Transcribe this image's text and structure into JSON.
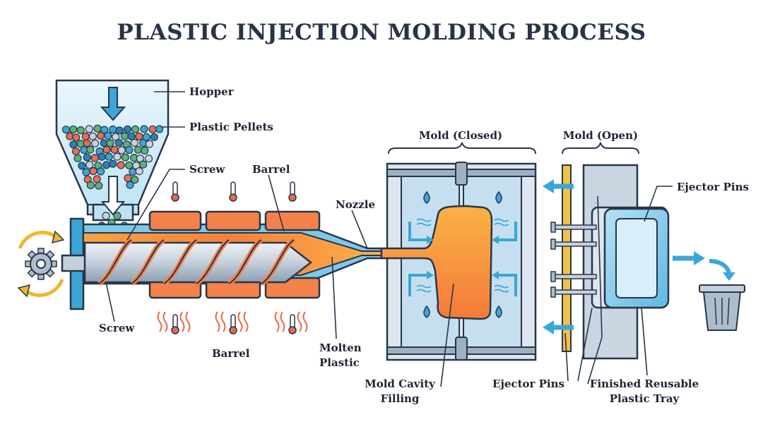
{
  "title": "PLASTIC INJECTION MOLDING PROCESS",
  "labels": {
    "hopper": "Hopper",
    "plastic_pellets": "Plastic Pellets",
    "screw_top": "Screw",
    "barrel_top": "Barrel",
    "nozzle": "Nozzle",
    "mold_closed": "Mold (Closed)",
    "mold_open": "Mold (Open)",
    "ejector_pins_top": "Ejector Pins",
    "screw_bottom": "Screw",
    "barrel_bottom": "Barrel",
    "molten_plastic": [
      "Molten",
      "Plastic"
    ],
    "mold_cavity_filling": [
      "Mold Cavity",
      "Filling"
    ],
    "ejector_pins_bottom": "Ejector Pins",
    "finished_tray": [
      "Finished Reusable",
      "Plastic Tray"
    ]
  },
  "colors": {
    "outline": "#27364a",
    "steel_light": "#dfe6ef",
    "steel_mid": "#aebdcb",
    "hopper_glass": "#bfe3f4",
    "barrel_orange": "#f4824a",
    "molten": "#fa9a3c",
    "mold_blue": "#c6dff0",
    "water": "#3aa7d8",
    "arrow_blue": "#3aa7d8",
    "gear_yellow": "#f1b62f",
    "rail_yellow": "#f0c24a",
    "heater_red": "#e56a4a",
    "title": "#283347"
  },
  "icons": [
    "down-arrow-icon",
    "gear-icon",
    "rotation-arrows-icon",
    "thermometer-icon",
    "heat-wave-icon",
    "water-drop-icon",
    "eject-arrow-icon",
    "trash-bin-icon"
  ]
}
